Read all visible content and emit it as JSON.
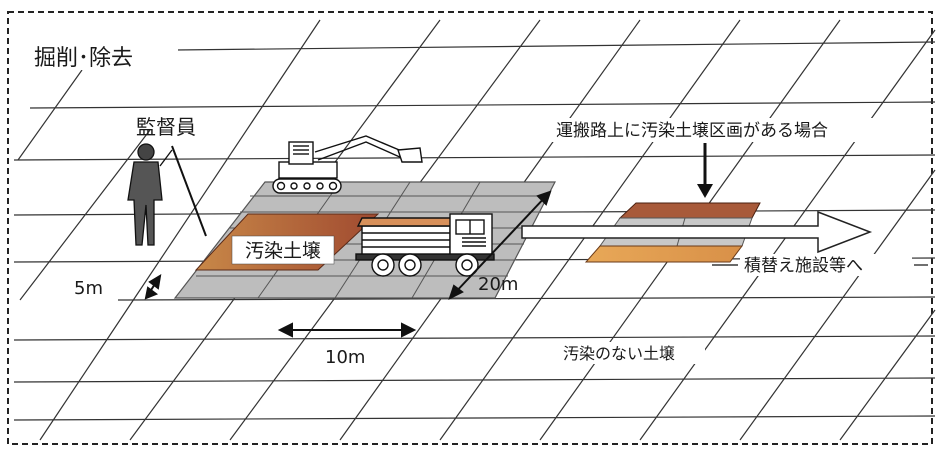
{
  "title": "掘削･除去",
  "labels": {
    "supervisor": "監督員",
    "contaminated_soil": "汚染土壌",
    "road_case": "運搬路上に汚染土壌区画がある場合",
    "transfer": "積替え施設等へ",
    "clean_soil": "汚染のない土壌",
    "dim_5m": "5m",
    "dim_10m": "10m",
    "dim_20m": "20m"
  },
  "colors": {
    "contaminated_orange": "#e0a050",
    "contaminated_brown": "#a85a3a",
    "grid_gray": "#9a9a9a",
    "line": "#1a1a1a"
  },
  "icons": [
    "supervisor-figure",
    "excavator",
    "dump-truck",
    "down-arrow",
    "transport-arrow"
  ]
}
